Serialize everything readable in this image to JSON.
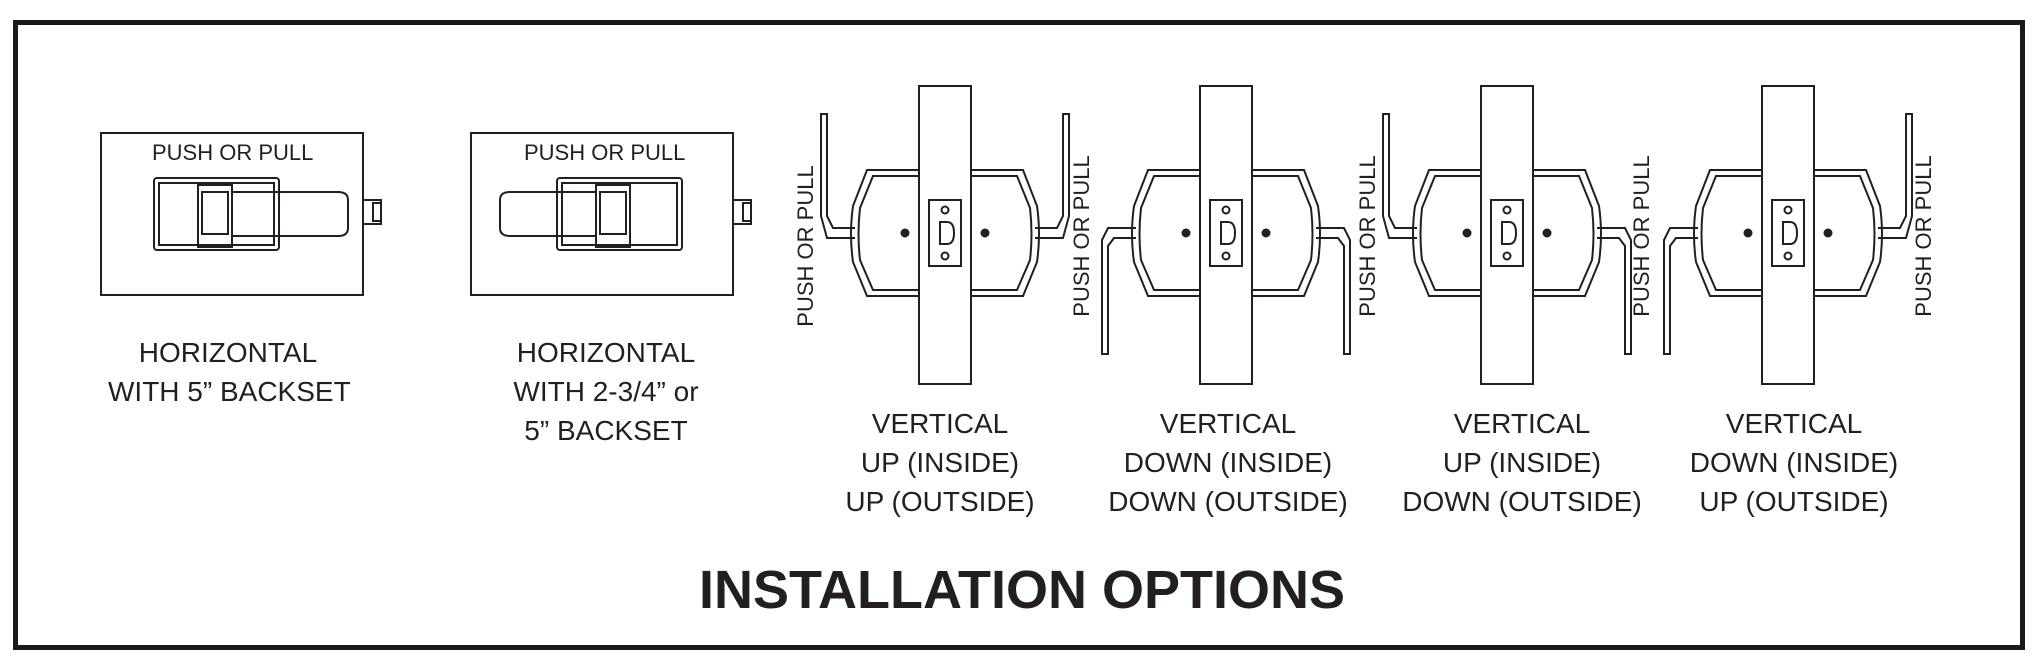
{
  "title": "INSTALLATION OPTIONS",
  "push_or_pull": "PUSH OR PULL",
  "options": [
    {
      "lines": [
        "HORIZONTAL",
        "WITH 5” BACKSET"
      ]
    },
    {
      "lines": [
        "HORIZONTAL",
        "WITH 2-3/4” or",
        "5” BACKSET"
      ]
    },
    {
      "lines": [
        "VERTICAL",
        "UP (INSIDE)",
        "UP (OUTSIDE)"
      ]
    },
    {
      "lines": [
        "VERTICAL",
        "DOWN (INSIDE)",
        "DOWN (OUTSIDE)"
      ]
    },
    {
      "lines": [
        "VERTICAL",
        "UP (INSIDE)",
        "DOWN (OUTSIDE)"
      ]
    },
    {
      "lines": [
        "VERTICAL",
        "DOWN (INSIDE)",
        "UP (OUTSIDE)"
      ]
    }
  ]
}
